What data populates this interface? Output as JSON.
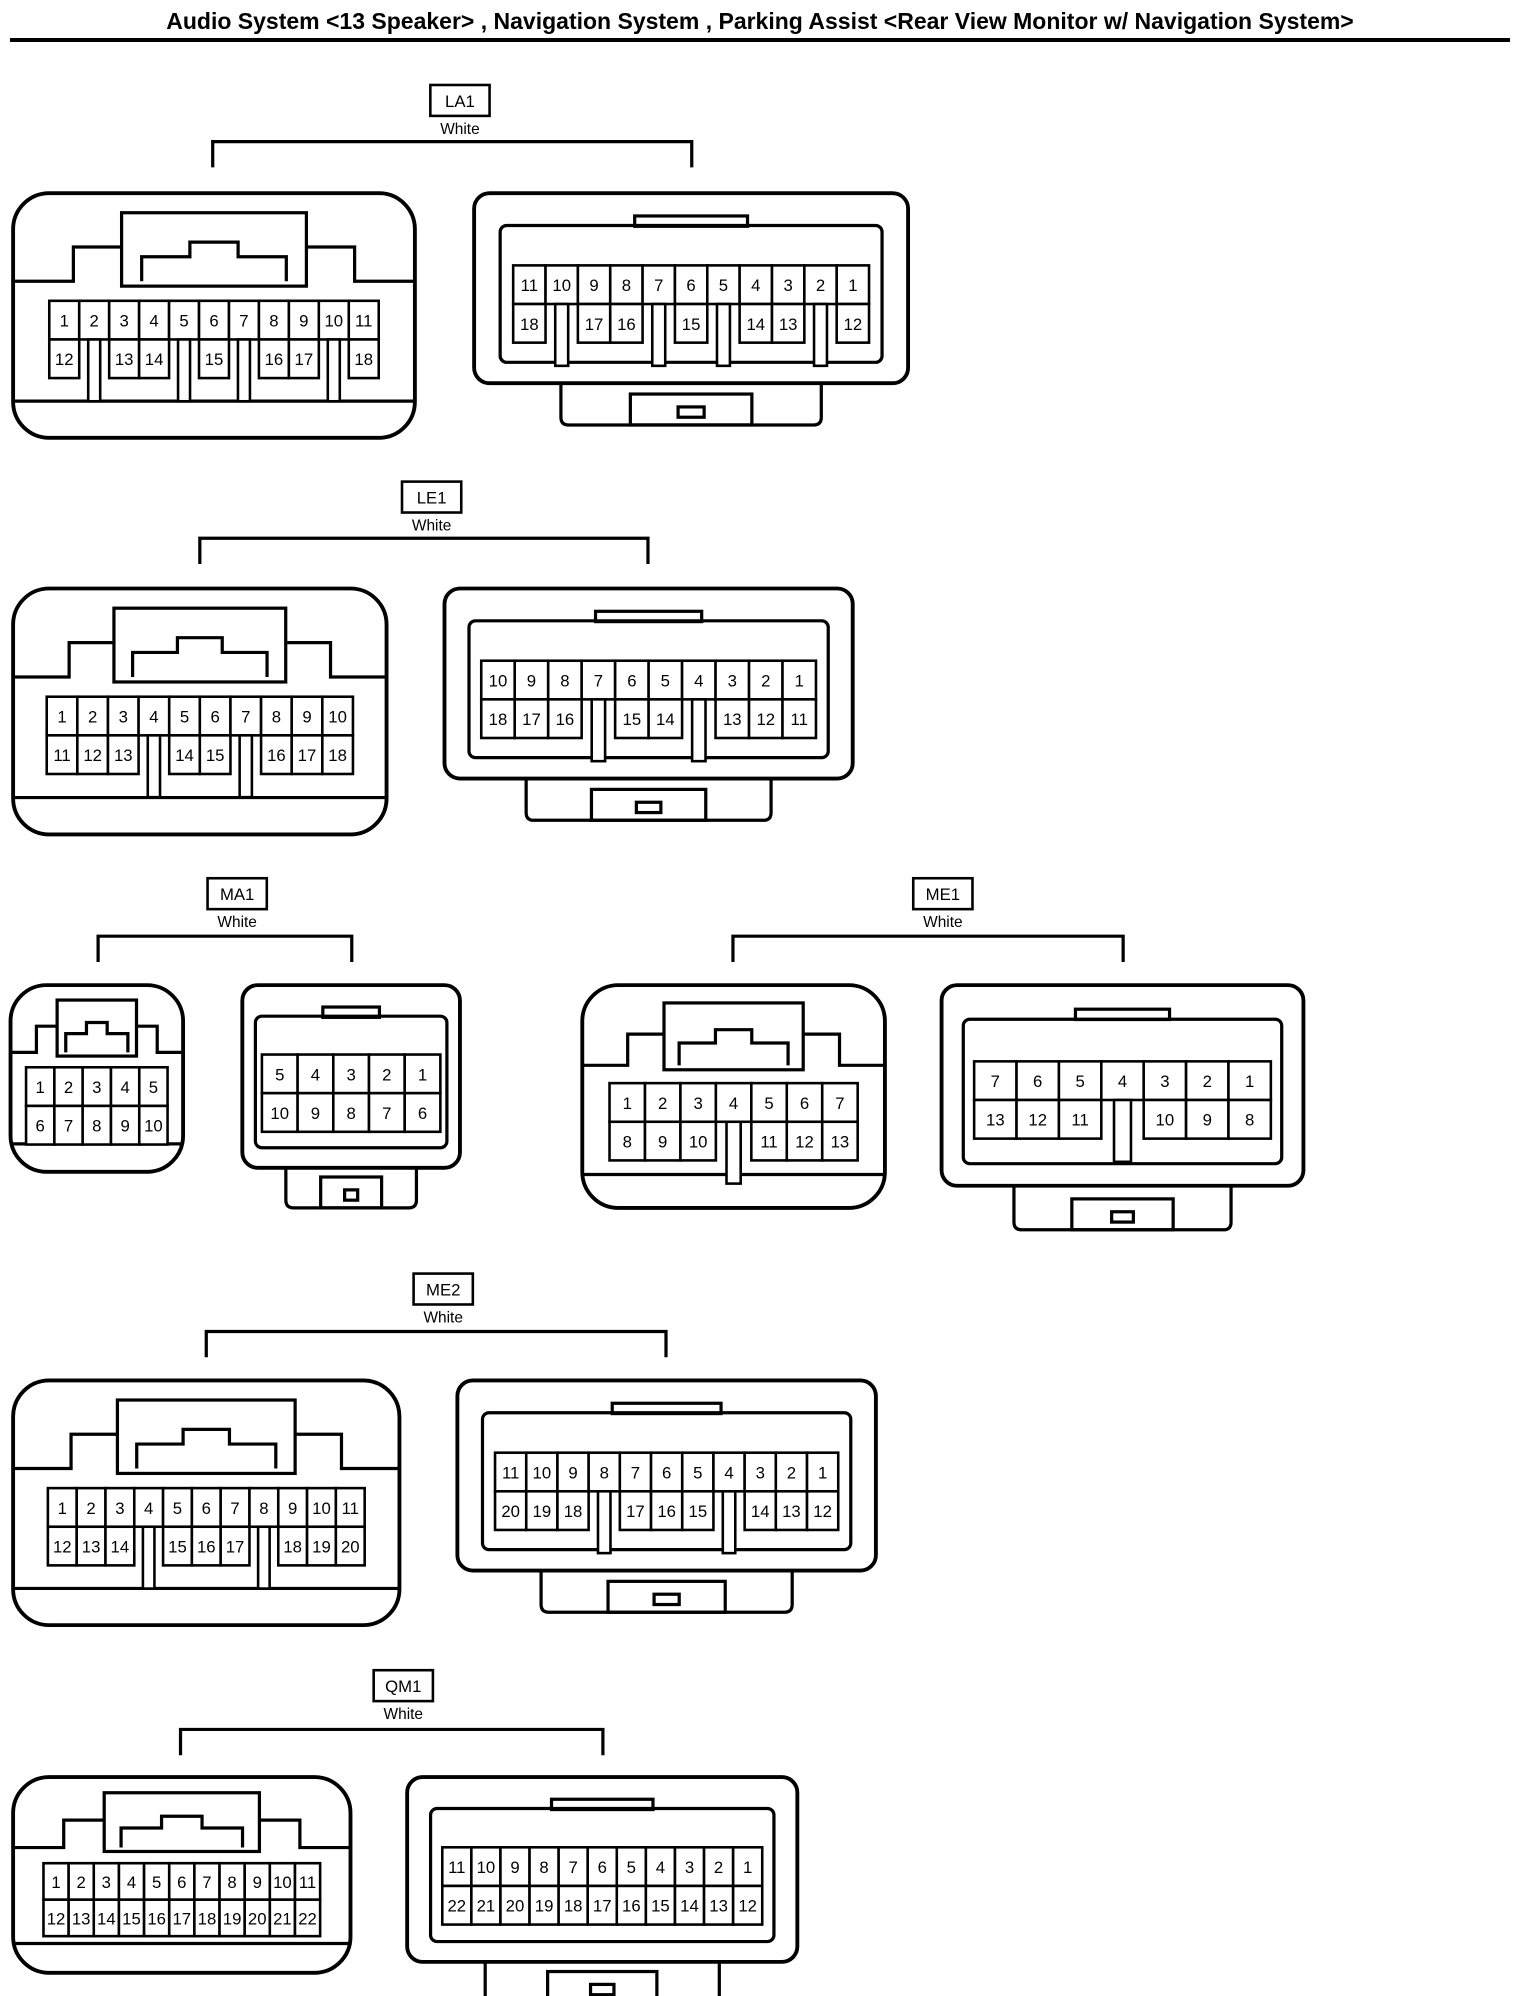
{
  "title": "Audio System <13 Speaker> , Navigation System , Parking Assist <Rear View Monitor w/ Navigation System>",
  "colors": {
    "line": "#000000",
    "background": "#ffffff"
  },
  "connectors": [
    {
      "id": "LA1",
      "color": "White",
      "views": [
        {
          "side": "female",
          "rows": [
            [
              "1",
              "2",
              "3",
              "4",
              "5",
              "6",
              "7",
              "8",
              "9",
              "10",
              "11"
            ],
            [
              "12",
              "",
              "13",
              "14",
              "",
              "15",
              "",
              "16",
              "17",
              "",
              "18"
            ]
          ]
        },
        {
          "side": "male",
          "rows": [
            [
              "11",
              "10",
              "9",
              "8",
              "7",
              "6",
              "5",
              "4",
              "3",
              "2",
              "1"
            ],
            [
              "18",
              "",
              "17",
              "16",
              "",
              "15",
              "",
              "14",
              "13",
              "",
              "12"
            ]
          ]
        }
      ]
    },
    {
      "id": "LE1",
      "color": "White",
      "views": [
        {
          "side": "female",
          "rows": [
            [
              "1",
              "2",
              "3",
              "4",
              "5",
              "6",
              "7",
              "8",
              "9",
              "10"
            ],
            [
              "11",
              "12",
              "13",
              "",
              "14",
              "15",
              "",
              "16",
              "17",
              "18"
            ]
          ]
        },
        {
          "side": "male",
          "rows": [
            [
              "10",
              "9",
              "8",
              "7",
              "6",
              "5",
              "4",
              "3",
              "2",
              "1"
            ],
            [
              "18",
              "17",
              "16",
              "",
              "15",
              "14",
              "",
              "13",
              "12",
              "11"
            ]
          ]
        }
      ]
    },
    {
      "id": "MA1",
      "color": "White",
      "views": [
        {
          "side": "female",
          "rows": [
            [
              "1",
              "2",
              "3",
              "4",
              "5"
            ],
            [
              "6",
              "7",
              "8",
              "9",
              "10"
            ]
          ]
        },
        {
          "side": "male",
          "rows": [
            [
              "5",
              "4",
              "3",
              "2",
              "1"
            ],
            [
              "10",
              "9",
              "8",
              "7",
              "6"
            ]
          ]
        }
      ]
    },
    {
      "id": "ME1",
      "color": "White",
      "views": [
        {
          "side": "female",
          "rows": [
            [
              "1",
              "2",
              "3",
              "4",
              "5",
              "6",
              "7"
            ],
            [
              "8",
              "9",
              "10",
              "",
              "11",
              "12",
              "13"
            ]
          ]
        },
        {
          "side": "male",
          "rows": [
            [
              "7",
              "6",
              "5",
              "4",
              "3",
              "2",
              "1"
            ],
            [
              "13",
              "12",
              "11",
              "",
              "10",
              "9",
              "8"
            ]
          ]
        }
      ]
    },
    {
      "id": "ME2",
      "color": "White",
      "views": [
        {
          "side": "female",
          "rows": [
            [
              "1",
              "2",
              "3",
              "4",
              "5",
              "6",
              "7",
              "8",
              "9",
              "10",
              "11"
            ],
            [
              "12",
              "13",
              "14",
              "",
              "15",
              "16",
              "17",
              "",
              "18",
              "19",
              "20"
            ]
          ]
        },
        {
          "side": "male",
          "rows": [
            [
              "11",
              "10",
              "9",
              "8",
              "7",
              "6",
              "5",
              "4",
              "3",
              "2",
              "1"
            ],
            [
              "20",
              "19",
              "18",
              "",
              "17",
              "16",
              "15",
              "",
              "14",
              "13",
              "12"
            ]
          ]
        }
      ]
    },
    {
      "id": "QM1",
      "color": "White",
      "views": [
        {
          "side": "female",
          "rows": [
            [
              "1",
              "2",
              "3",
              "4",
              "5",
              "6",
              "7",
              "8",
              "9",
              "10",
              "11"
            ],
            [
              "12",
              "13",
              "14",
              "15",
              "16",
              "17",
              "18",
              "19",
              "20",
              "21",
              "22"
            ]
          ]
        },
        {
          "side": "male",
          "rows": [
            [
              "11",
              "10",
              "9",
              "8",
              "7",
              "6",
              "5",
              "4",
              "3",
              "2",
              "1"
            ],
            [
              "22",
              "21",
              "20",
              "19",
              "18",
              "17",
              "16",
              "15",
              "14",
              "13",
              "12"
            ]
          ]
        }
      ]
    }
  ]
}
